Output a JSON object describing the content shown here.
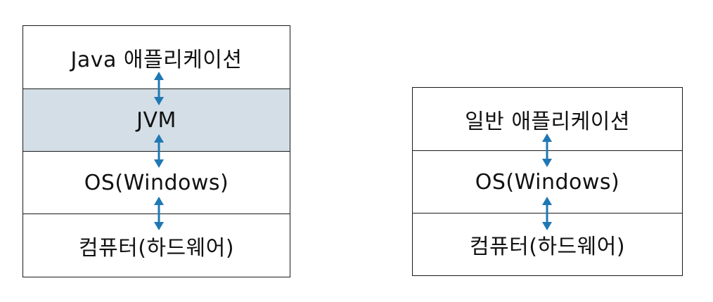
{
  "left_stack": {
    "layers": [
      {
        "label": "Java 애플리케이션"
      },
      {
        "label": "JVM"
      },
      {
        "label": "OS(Windows)"
      },
      {
        "label": "컴퓨터(하드웨어)"
      }
    ]
  },
  "right_stack": {
    "layers": [
      {
        "label": "일반 애플리케이션"
      },
      {
        "label": "OS(Windows)"
      },
      {
        "label": "컴퓨터(하드웨어)"
      }
    ]
  },
  "colors": {
    "jvm_fill": "#d3dee6",
    "arrow": "#1f78b4",
    "border": "#1a1a1a"
  }
}
